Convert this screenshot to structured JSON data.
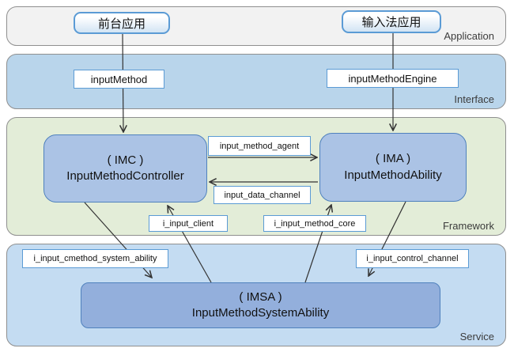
{
  "layers": [
    {
      "label": "Application",
      "bg": "#f2f2f2"
    },
    {
      "label": "Interface",
      "bg": "#b9d5eb"
    },
    {
      "label": "Framework",
      "bg": "#e3edd8"
    },
    {
      "label": "Service",
      "bg": "#c4dcf2"
    }
  ],
  "nodes": {
    "front_app": {
      "label": "前台应用"
    },
    "ime_app": {
      "label": "输入法应用"
    },
    "input_method": {
      "label": "inputMethod"
    },
    "input_method_engine": {
      "label": "inputMethodEngine"
    },
    "imc": {
      "acronym": "( IMC )",
      "name": "InputMethodController"
    },
    "ima": {
      "acronym": "( IMA )",
      "name": "InputMethodAbility"
    },
    "imsa": {
      "acronym": "( IMSA )",
      "name": "InputMethodSystemAbility"
    }
  },
  "connector_labels": {
    "input_method_agent": "input_method_agent",
    "input_data_channel": "input_data_channel",
    "i_input_client": "i_input_client",
    "i_input_method_core": "i_input_method_core",
    "i_input_cmethod_system_ability": "i_input_cmethod_system_ability",
    "i_input_control_channel": "i_input_control_channel"
  },
  "colors": {
    "accent_border_blue": "#5b9bd5",
    "node_border_blue": "#4f81bd",
    "node_fill": "#abc3e5",
    "imsa_fill": "#93afdc",
    "arrow": "#333333",
    "layer_border": "#8f8f8f"
  }
}
